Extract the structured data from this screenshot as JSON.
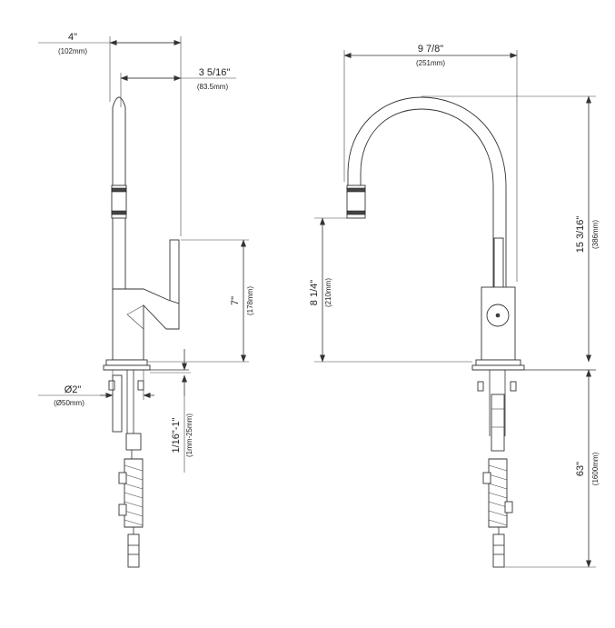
{
  "dimensions": {
    "side_width": {
      "main": "4\"",
      "sub": "(102mm)"
    },
    "spout_reach": {
      "main": "3 5/16\"",
      "sub": "(83.5mm)"
    },
    "handle_height": {
      "main": "7\"",
      "sub": "(178mm)"
    },
    "hole_diameter": {
      "main": "Ø2\"",
      "sub": "(Ø50mm)"
    },
    "deck_thickness": {
      "main": "1/16\"-1\"",
      "sub": "(1mm-25mm)"
    },
    "front_width": {
      "main": "9 7/8\"",
      "sub": "(251mm)"
    },
    "total_height": {
      "main": "15 3/16\"",
      "sub": "(386mm)"
    },
    "aerator_height": {
      "main": "8 1/4\"",
      "sub": "(210mm)"
    },
    "hose_length": {
      "main": "63\"",
      "sub": "(1600mm)"
    }
  }
}
